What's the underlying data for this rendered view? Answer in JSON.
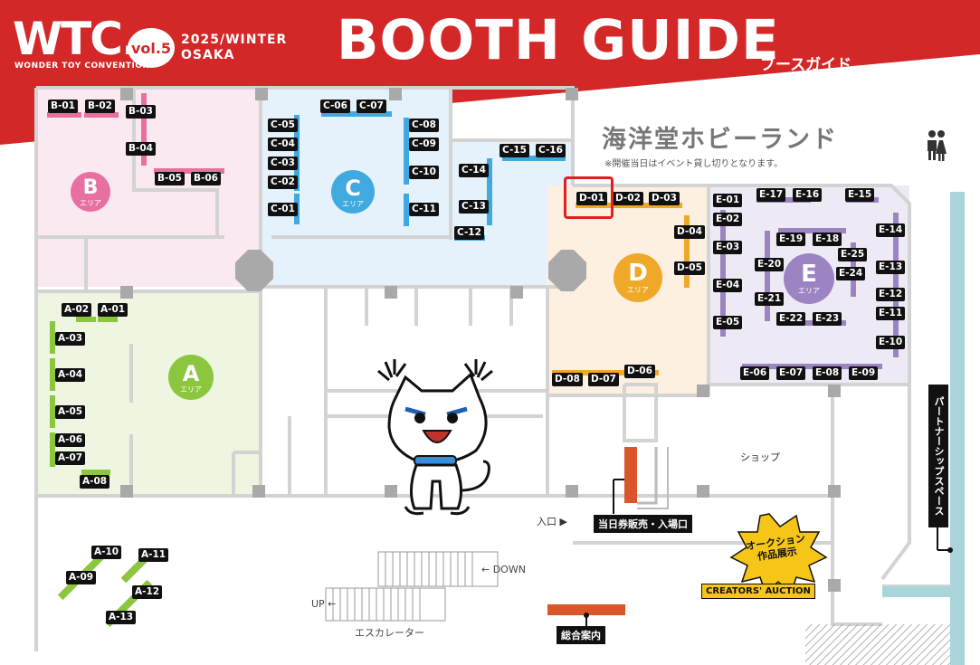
{
  "header": {
    "logo": "WTC.",
    "logo_subtitle": "WONDER TOY CONVENTION",
    "volume": "vol.5",
    "season": "2025/WINTER",
    "city": "OSAKA",
    "title": "BOOTH GUIDE",
    "title_jp": "ブースガイド"
  },
  "areas": {
    "A": {
      "letter": "A",
      "label": "エリア",
      "color": "#8cc63f"
    },
    "B": {
      "letter": "B",
      "label": "エリア",
      "color": "#e86fa2"
    },
    "C": {
      "letter": "C",
      "label": "エリア",
      "color": "#3fa9e0"
    },
    "D": {
      "letter": "D",
      "label": "エリア",
      "color": "#f0a828"
    },
    "E": {
      "letter": "E",
      "label": "エリア",
      "color": "#9c84c2"
    }
  },
  "booths": {
    "A": [
      "A-01",
      "A-02",
      "A-03",
      "A-04",
      "A-05",
      "A-06",
      "A-07",
      "A-08",
      "A-09",
      "A-10",
      "A-11",
      "A-12",
      "A-13"
    ],
    "B": [
      "B-01",
      "B-02",
      "B-03",
      "B-04",
      "B-05",
      "B-06"
    ],
    "C": [
      "C-01",
      "C-02",
      "C-03",
      "C-04",
      "C-05",
      "C-06",
      "C-07",
      "C-08",
      "C-09",
      "C-10",
      "C-11",
      "C-12",
      "C-13",
      "C-14",
      "C-15",
      "C-16"
    ],
    "D": [
      "D-01",
      "D-02",
      "D-03",
      "D-04",
      "D-05",
      "D-06",
      "D-07",
      "D-08"
    ],
    "E": [
      "E-01",
      "E-02",
      "E-03",
      "E-04",
      "E-05",
      "E-06",
      "E-07",
      "E-08",
      "E-09",
      "E-10",
      "E-11",
      "E-12",
      "E-13",
      "E-14",
      "E-15",
      "E-16",
      "E-17",
      "E-18",
      "E-19",
      "E-20",
      "E-21",
      "E-22",
      "E-23",
      "E-24",
      "E-25"
    ]
  },
  "hobby_land": {
    "title": "海洋堂ホビーランド",
    "note": "※開催当日はイベント貸し切りとなります。"
  },
  "labels": {
    "shop": "ショップ",
    "partner_space": "パートナーシップスペース",
    "entrance": "入口",
    "ticket": "当日券販売・入場口",
    "auction_burst": "オークション 作品展示",
    "auction_burst_line1": "オークション",
    "auction_burst_line2": "作品展示",
    "creators_auction": "CREATORS' AUCTION",
    "down": "← DOWN",
    "up": "UP ←",
    "escalator": "エスカレーター",
    "info": "総合案内"
  },
  "highlight": {
    "booth": "D-01",
    "color": "#e02020"
  }
}
